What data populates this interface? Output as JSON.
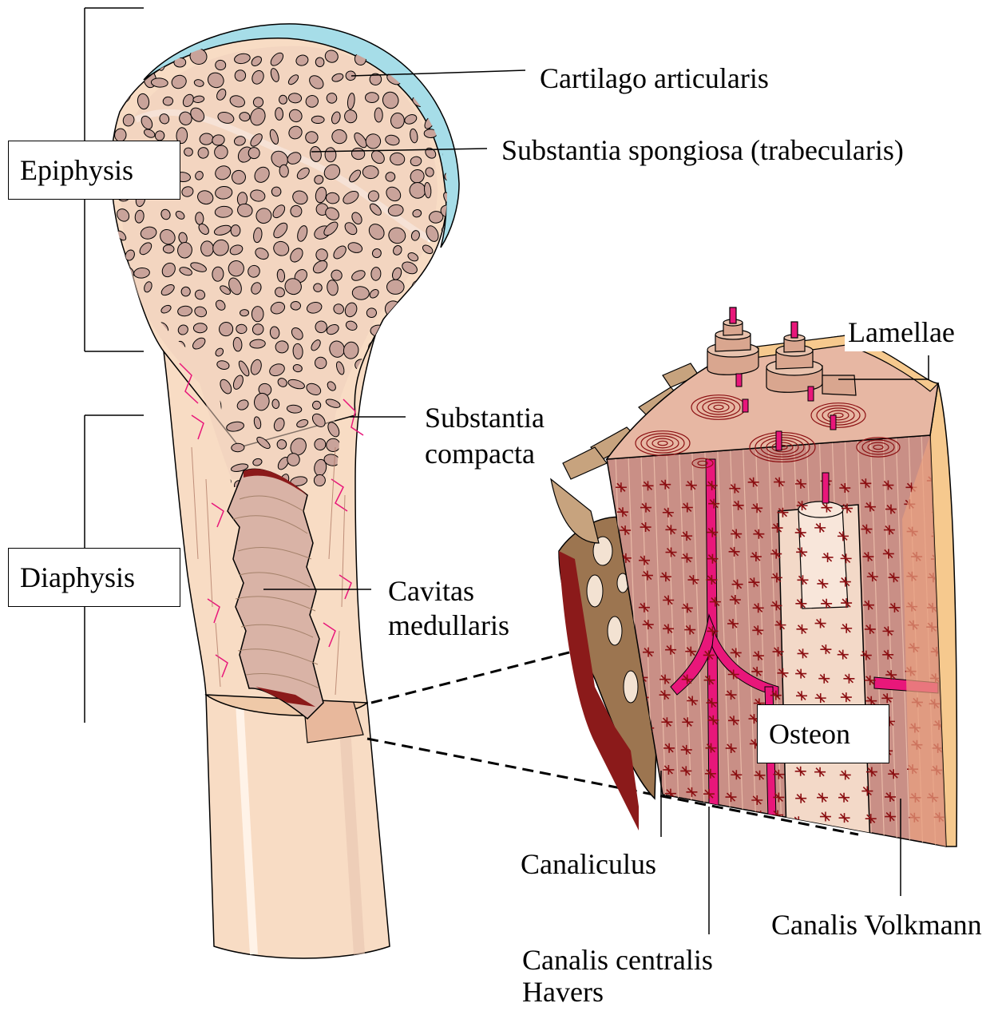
{
  "regions": {
    "epiphysis": "Epiphysis",
    "diaphysis": "Diaphysis"
  },
  "labels": {
    "cartilago": "Cartilago articularis",
    "spongiosa": "Substantia spongiosa (trabecularis)",
    "compacta_1": "Substantia",
    "compacta_2": "compacta",
    "cavitas_1": "Cavitas",
    "cavitas_2": "medullaris",
    "lamellae": "Lamellae",
    "osteon": "Osteon",
    "canaliculus": "Canaliculus",
    "volkmann": "Canalis Volkmann",
    "havers_1": "Canalis centralis",
    "havers_2": "Havers"
  },
  "colors": {
    "bone": "#f8dcc4",
    "bone_dark": "#efc9a8",
    "trabecula": "#c9a39a",
    "cartilage": "#a6dde8",
    "marrow": "#d9b3a6",
    "tissue": "#c98f86",
    "canaliculi": "#8b0f12",
    "vessel": "#e8177a",
    "periosteum": "#f6c98e",
    "spongy_brown": "#9c7550"
  }
}
